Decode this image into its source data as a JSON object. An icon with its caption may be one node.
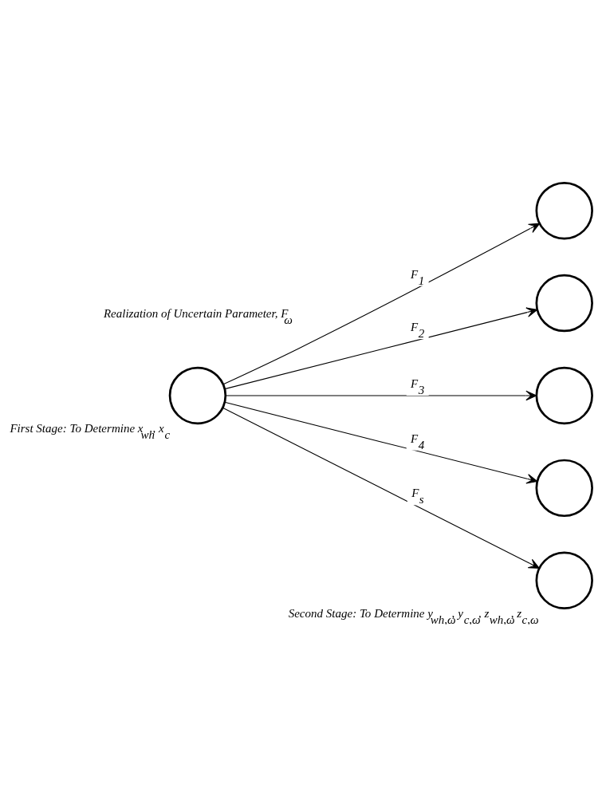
{
  "diagram": {
    "nodes": [
      {
        "text": [],
        "shape": "circle",
        "beside": [
          "First Stage: To Determine x$_{wh}$, x$_{c}$"
        ]
      },
      {
        "text": [],
        "shape": "circle"
      },
      {
        "text": [],
        "shape": "circle"
      },
      {
        "text": [],
        "shape": "circle"
      },
      {
        "text": [],
        "shape": "circle"
      },
      {
        "text": [],
        "shape": "circle",
        "beside": [
          "Second Stage: To Determine y$_{wh,ω}$, y$_{c,ω}$, z$_{wh,ω}$, z$_{c,ω}$"
        ]
      }
    ],
    "edges": [
      {
        "from": 0,
        "to": 1,
        "arrow": "to",
        "label": "F$_{1}$"
      },
      {
        "from": 0,
        "to": 2,
        "arrow": "to",
        "label": "F$_{2}$"
      },
      {
        "from": 0,
        "to": 3,
        "arrow": "to",
        "label": "F$_{3}$"
      },
      {
        "from": 0,
        "to": 4,
        "arrow": "to",
        "label": "F$_{4}$"
      },
      {
        "from": 0,
        "to": 5,
        "arrow": "to",
        "label": "F$_{s}$"
      }
    ],
    "labels": [
      "Realization of Uncertain Parameter, F$_{ω}$"
    ]
  }
}
